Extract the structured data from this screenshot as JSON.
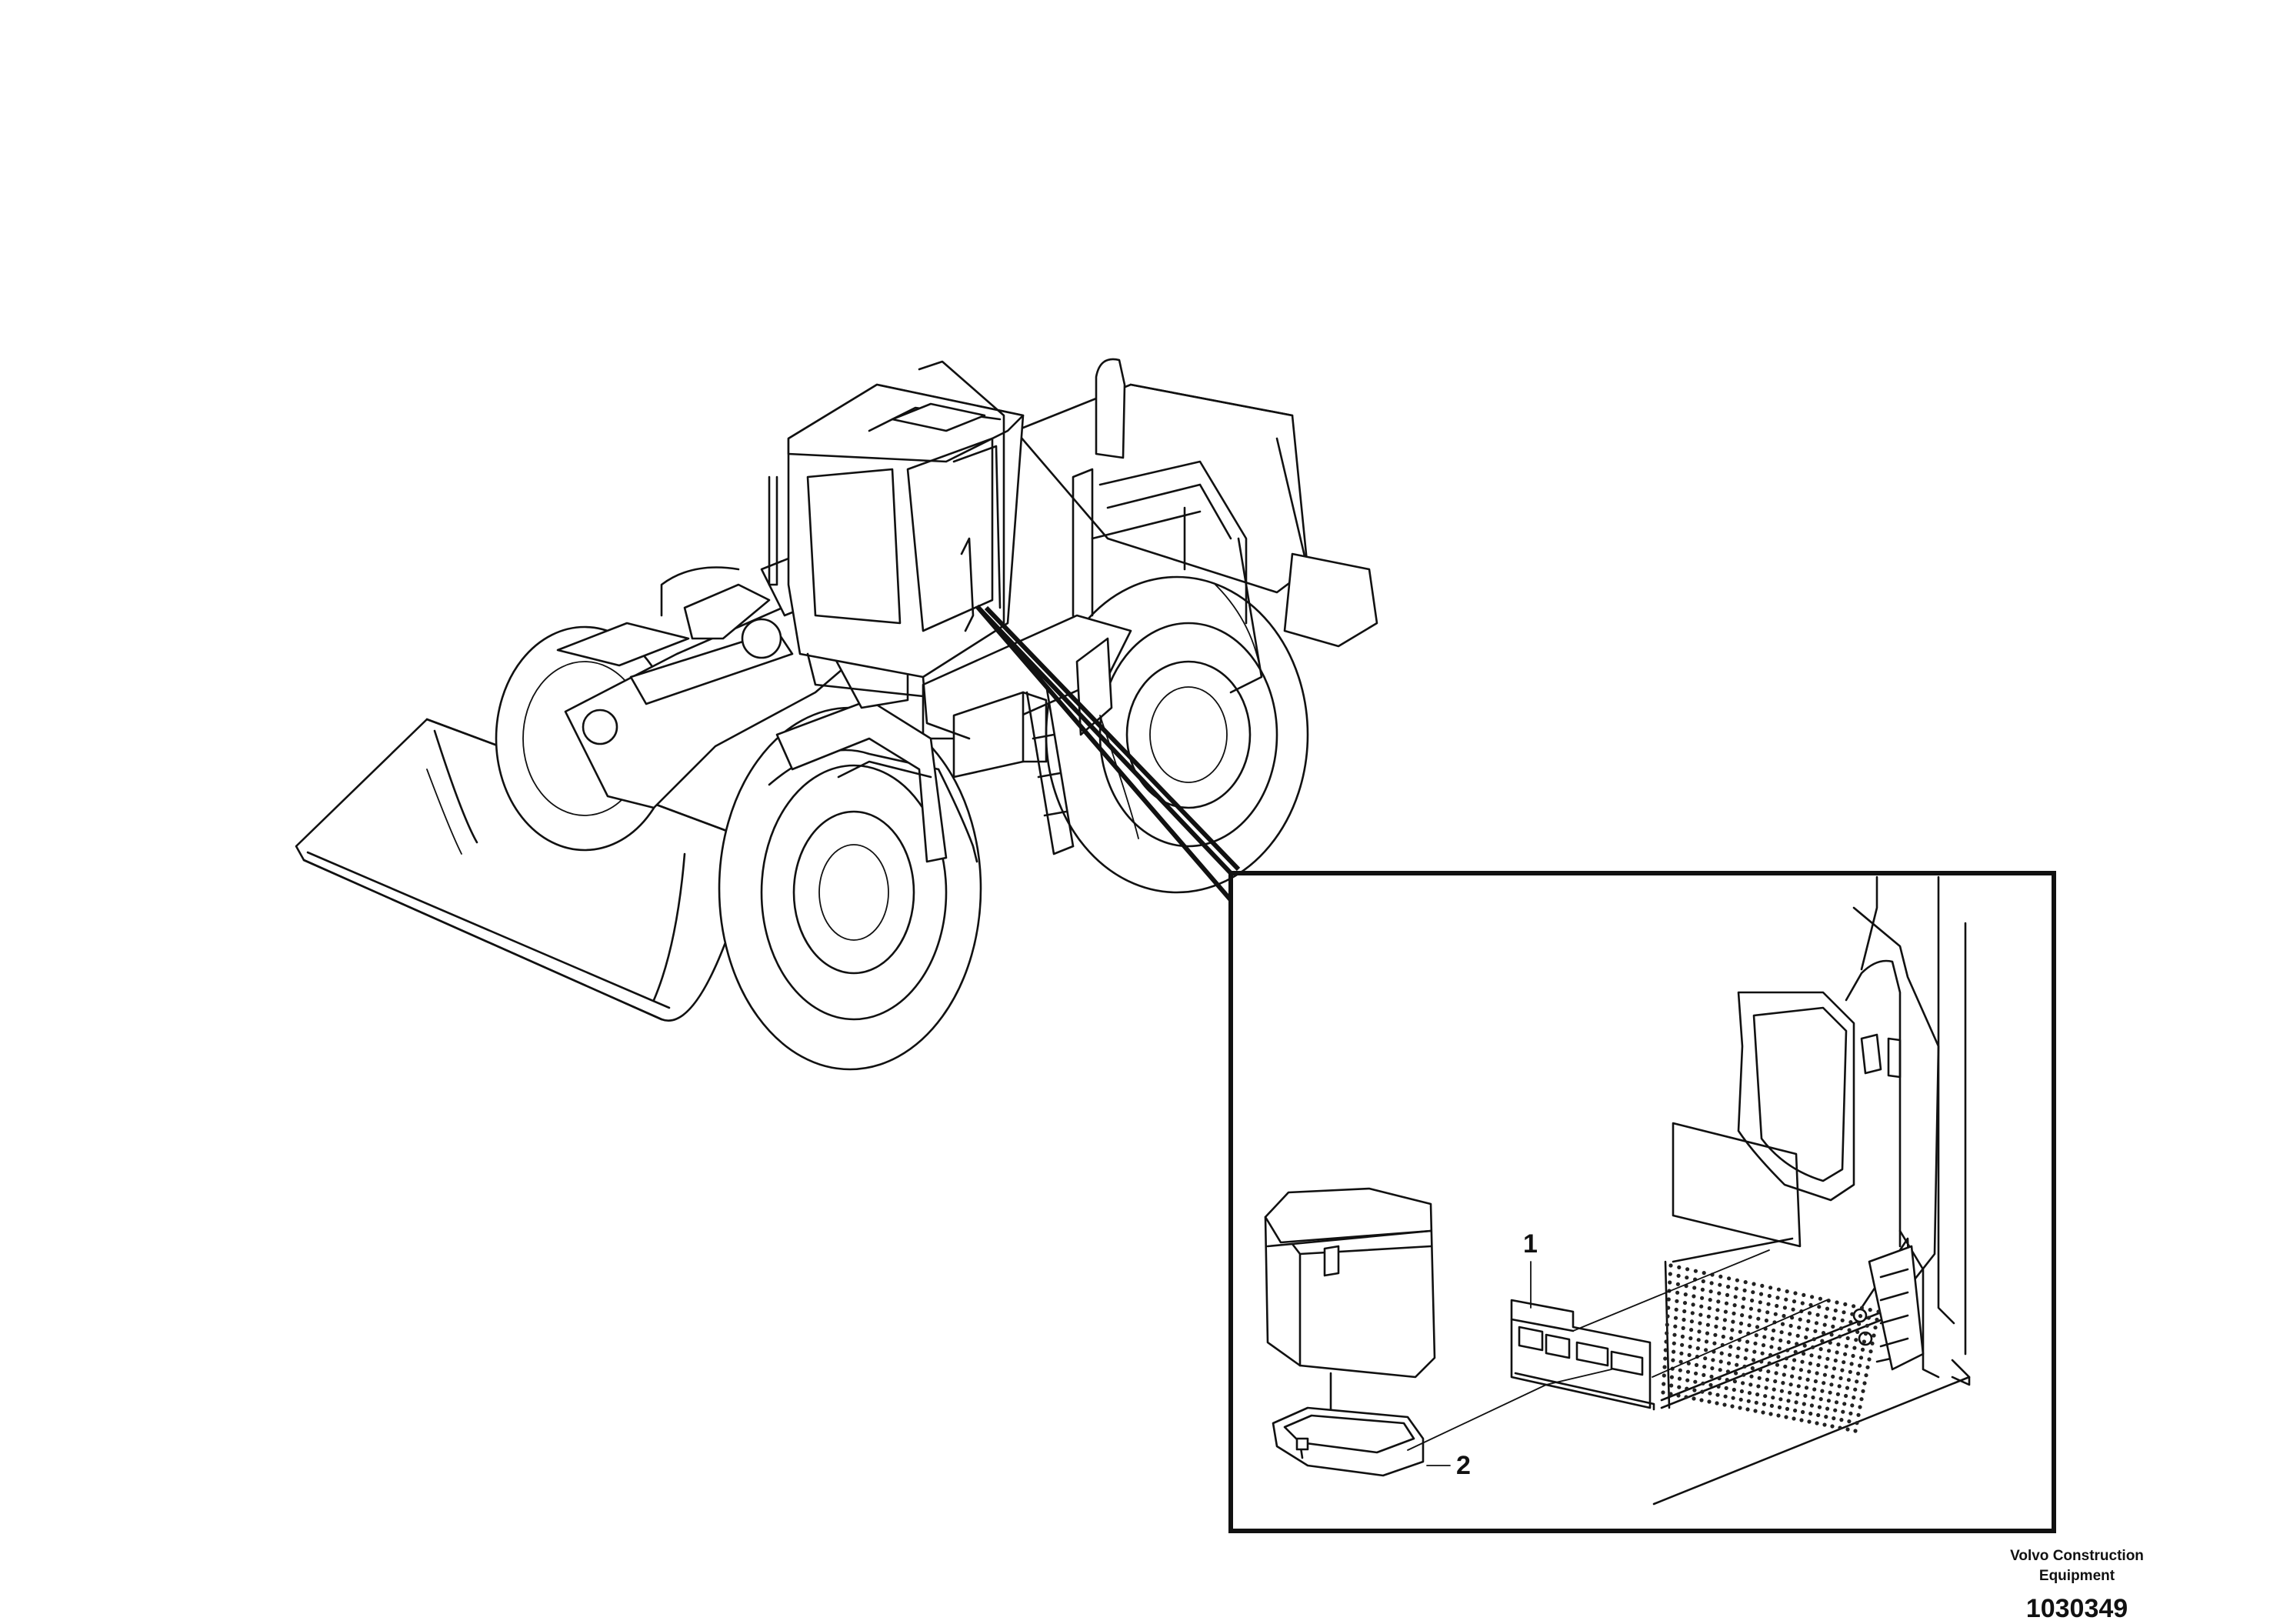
{
  "callouts": [
    {
      "number": "1"
    },
    {
      "number": "2"
    }
  ],
  "brand": {
    "line1": "Volvo Construction",
    "line2": "Equipment"
  },
  "figure_number": "1030349"
}
